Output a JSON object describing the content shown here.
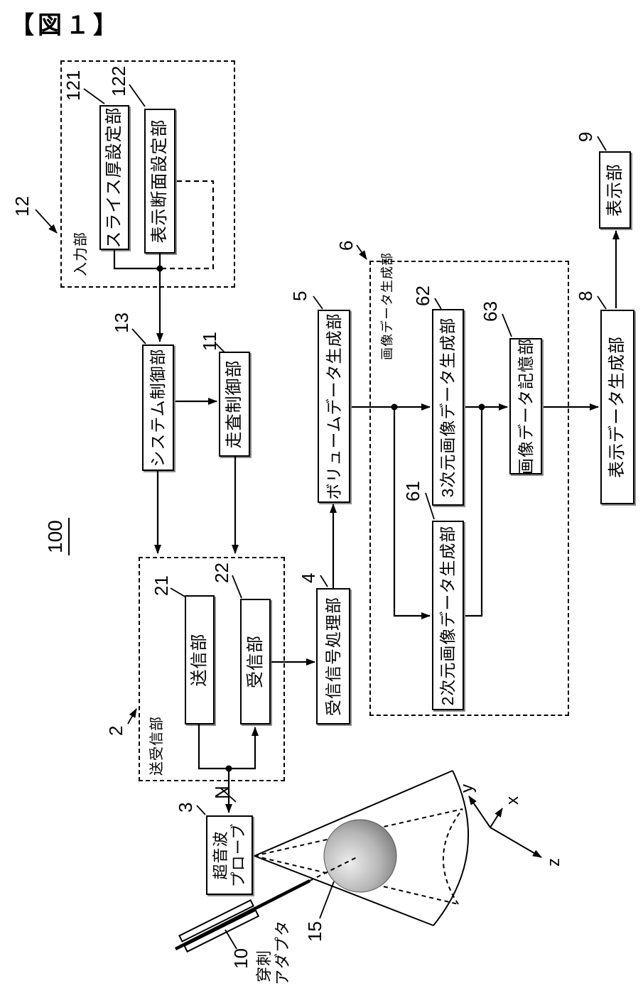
{
  "caption": "【図１】",
  "system_ref": "100",
  "input_group": {
    "ref": "12",
    "label": "入力部",
    "slice": {
      "ref": "121",
      "label": "スライス厚設定部"
    },
    "section": {
      "ref": "122",
      "label": "表示断面設定部"
    }
  },
  "system_control": {
    "ref": "13",
    "label": "システム制御部"
  },
  "scan_control": {
    "ref": "11",
    "label": "走査制御部"
  },
  "txrx_group": {
    "ref": "2",
    "label": "送受信部",
    "tx": {
      "ref": "21",
      "label": "送信部"
    },
    "rx": {
      "ref": "22",
      "label": "受信部"
    }
  },
  "probe": {
    "ref": "3",
    "line1": "超音波",
    "line2": "プローブ",
    "channel": "N"
  },
  "rx_signal": {
    "ref": "4",
    "label": "受信信号処理部"
  },
  "volume": {
    "ref": "5",
    "label": "ボリュームデータ生成部"
  },
  "imagegen_group": {
    "ref": "6",
    "label": "画像データ生成部",
    "gen2d": {
      "ref": "61",
      "label": "2次元画像データ生成部"
    },
    "gen3d": {
      "ref": "62",
      "label": "3次元画像データ生成部"
    },
    "store": {
      "ref": "63",
      "label": "画像データ記憶部"
    }
  },
  "display_gen": {
    "ref": "8",
    "label": "表示データ生成部"
  },
  "display": {
    "ref": "9",
    "label": "表示部"
  },
  "adapter": {
    "ref": "10",
    "line1": "穿刺",
    "line2": "アダプタ"
  },
  "needle": {
    "ref": "15"
  },
  "axes": {
    "x": "x",
    "y": "y",
    "z": "z"
  }
}
